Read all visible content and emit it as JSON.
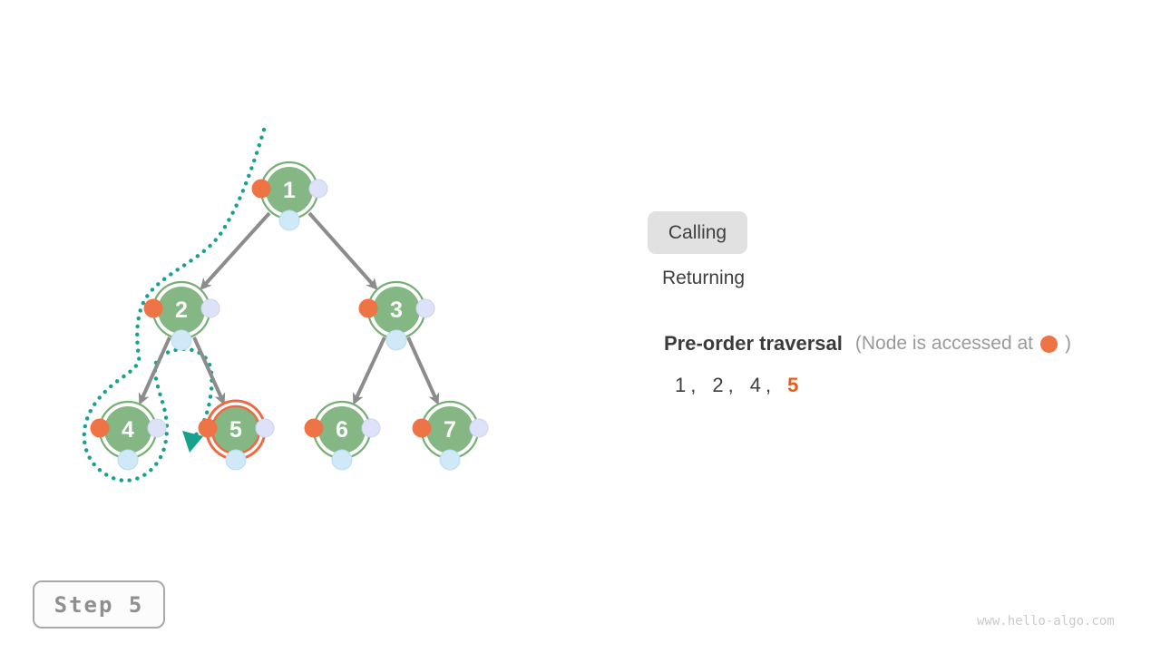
{
  "tree": {
    "nodes": [
      {
        "label": "1",
        "state": "default"
      },
      {
        "label": "2",
        "state": "default"
      },
      {
        "label": "3",
        "state": "default"
      },
      {
        "label": "4",
        "state": "default"
      },
      {
        "label": "5",
        "state": "current"
      },
      {
        "label": "6",
        "state": "default"
      },
      {
        "label": "7",
        "state": "default"
      }
    ],
    "edges": [
      "1-2",
      "1-3",
      "2-4",
      "2-5",
      "3-6",
      "3-7"
    ]
  },
  "legend": {
    "calling_label": "Calling",
    "returning_label": "Returning",
    "active": "Calling"
  },
  "traversal": {
    "title": "Pre-order traversal",
    "note_prefix": "(Node is accessed at",
    "note_suffix": ")",
    "sequence": [
      "1",
      "2",
      "4",
      "5"
    ],
    "separator": ",",
    "current_value": "5"
  },
  "step": {
    "label": "Step 5"
  },
  "footer": {
    "watermark": "www.hello-algo.com"
  },
  "colors": {
    "node_green": "#84B783",
    "node_ring_green": "#76AF73",
    "current_node_ring_orange": "#ED6A42",
    "call_marker_orange": "#EE7345",
    "return_marker_lavender": "#DEE2F8",
    "visit_marker_blue": "#CFE9F8",
    "trace_teal": "#17A28E",
    "edge_gray": "#8C8C8C",
    "sequence_current_orange": "#EE5A16",
    "calling_badge_bg": "#E1E1E1"
  }
}
